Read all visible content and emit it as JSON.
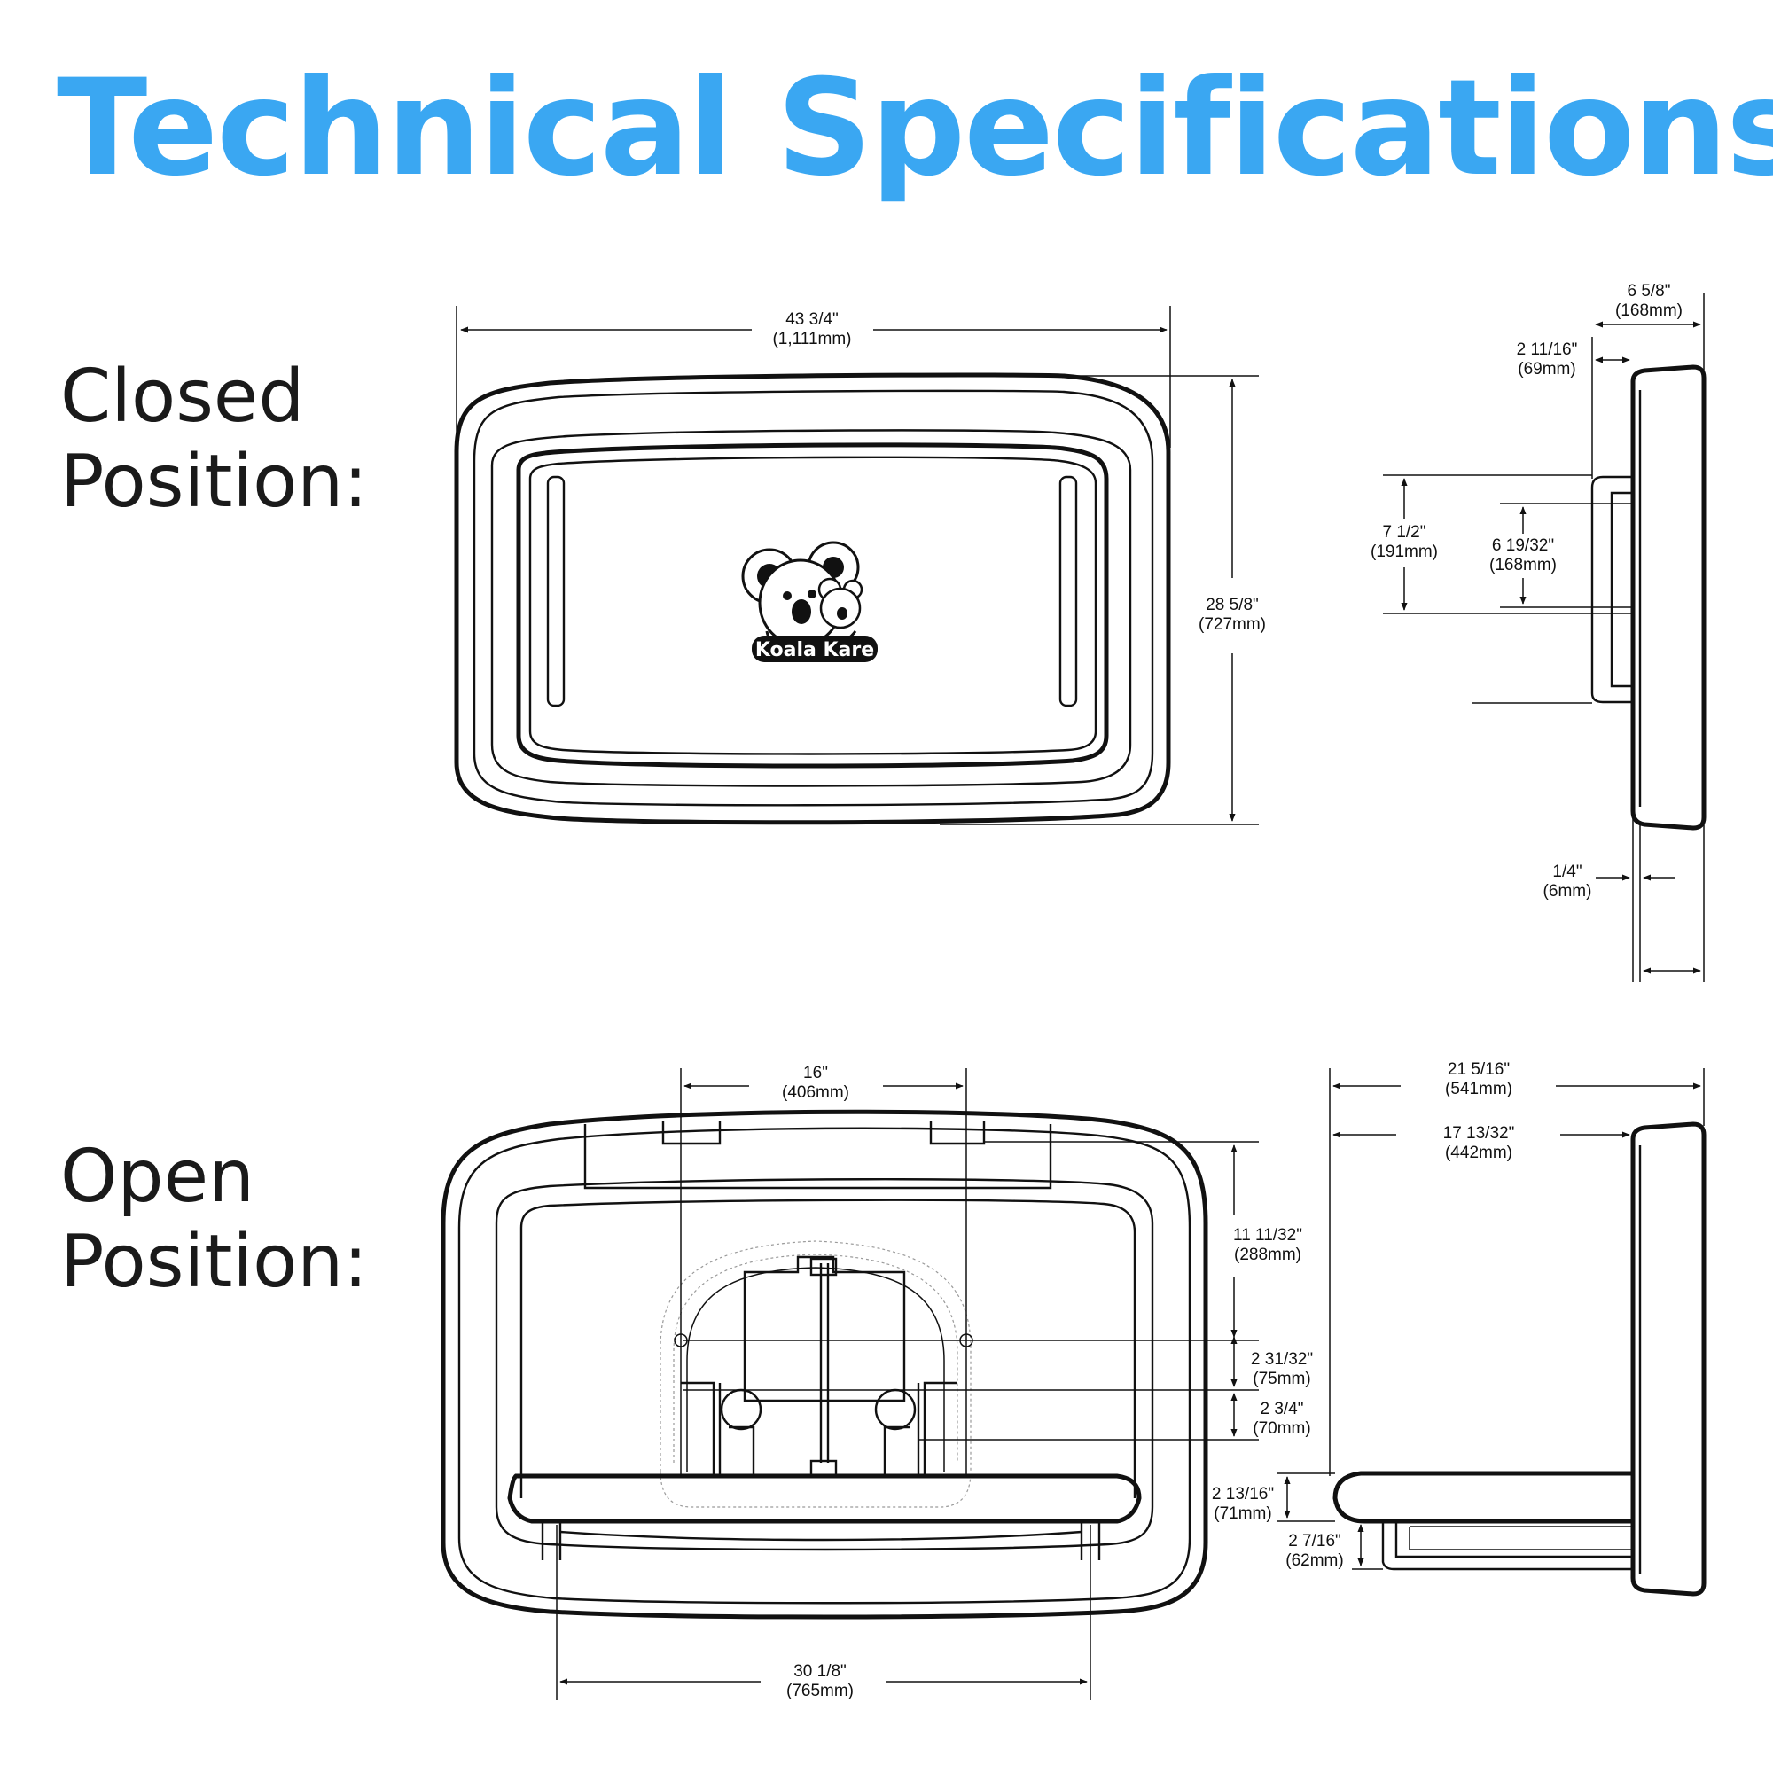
{
  "title": "Technical Specifications",
  "sections": {
    "closed": {
      "line1": "Closed",
      "line2": "Position:"
    },
    "open": {
      "line1": "Open",
      "line2": "Position:"
    }
  },
  "logo": {
    "text": "Koala Kare"
  },
  "colors": {
    "title": "#3aa7f2",
    "lines": "#111111"
  },
  "closed_dimensions": {
    "width": {
      "imperial": "43 3/4\"",
      "metric": "(1,111mm)"
    },
    "height": {
      "imperial": "28 5/8\"",
      "metric": "(727mm)"
    },
    "depth": {
      "imperial": "6 5/8\"",
      "metric": "(168mm)"
    },
    "handle_depth": {
      "imperial": "2 11/16\"",
      "metric": "(69mm)"
    },
    "handle_height": {
      "imperial": "7 1/2\"",
      "metric": "(191mm)"
    },
    "handle_inner": {
      "imperial": "6 19/32\"",
      "metric": "(168mm)"
    },
    "wall_gap": {
      "imperial": "1/4\"",
      "metric": "(6mm)"
    }
  },
  "open_dimensions": {
    "mount_spacing": {
      "imperial": "16\"",
      "metric": "(406mm)"
    },
    "top_to_mount": {
      "imperial": "11 11/32\"",
      "metric": "(288mm)"
    },
    "mount_spacing_1": {
      "imperial": "2 31/32\"",
      "metric": "(75mm)"
    },
    "mount_spacing_2": {
      "imperial": "2 3/4\"",
      "metric": "(70mm)"
    },
    "bed_width": {
      "imperial": "30 1/8\"",
      "metric": "(765mm)"
    },
    "total_depth": {
      "imperial": "21 5/16\"",
      "metric": "(541mm)"
    },
    "bed_depth": {
      "imperial": "17 13/32\"",
      "metric": "(442mm)"
    },
    "bed_thickness": {
      "imperial": "2 13/16\"",
      "metric": "(71mm)"
    },
    "tray_height": {
      "imperial": "2 7/16\"",
      "metric": "(62mm)"
    }
  }
}
